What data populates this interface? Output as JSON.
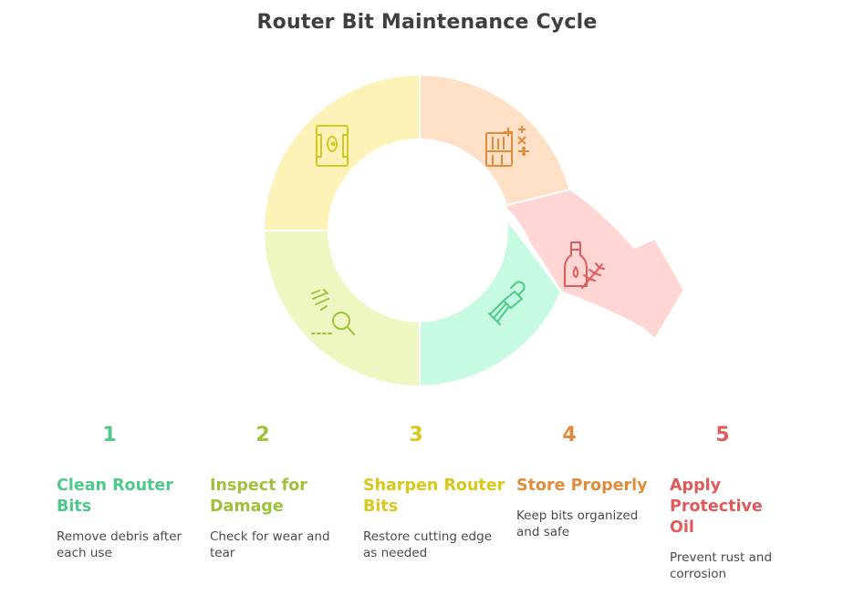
{
  "title": "Router Bit Maintenance Cycle",
  "colors": {
    "step1": "#4ec98a",
    "step2": "#9dc23a",
    "step3": "#d9c71a",
    "step4": "#e08c3a",
    "step5": "#e05a5a"
  },
  "steps": [
    {
      "number": "1",
      "title": "Clean Router Bits",
      "description": "Remove debris after each use",
      "icon": "paintbrush-icon"
    },
    {
      "number": "2",
      "title": "Inspect for Damage",
      "description": "Check for wear and tear",
      "icon": "magnifier-inspect-icon"
    },
    {
      "number": "3",
      "title": "Sharpen Router Bits",
      "description": "Restore cutting edge as needed",
      "icon": "sharpener-icon"
    },
    {
      "number": "4",
      "title": "Store Properly",
      "description": "Keep bits organized and safe",
      "icon": "storage-icon"
    },
    {
      "number": "5",
      "title": "Apply Protective Oil",
      "description": "Prevent rust and corrosion",
      "icon": "oil-bottle-icon"
    }
  ]
}
